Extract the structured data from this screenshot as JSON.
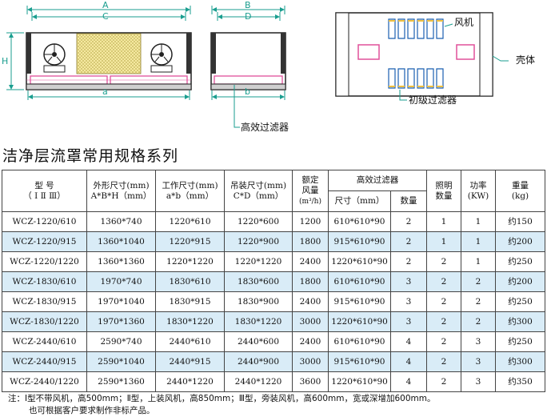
{
  "diagram": {
    "labels": {
      "A": "A",
      "C": "C",
      "H": "H",
      "a": "a",
      "B": "B",
      "D": "D",
      "b": "b",
      "hepa": "高效过滤器",
      "fan": "风机",
      "shell": "壳体",
      "prefilter": "初级过滤器"
    }
  },
  "title": "洁净层流罩常用规格系列",
  "table": {
    "headers": {
      "model_1": "型    号",
      "model_2": "（ Ⅰ Ⅱ Ⅲ）",
      "outer_1": "外形尺寸(mm)",
      "outer_2": "A*B*H（mm）",
      "work_1": "工作尺寸(mm)",
      "work_2": "a*b（mm）",
      "mount_1": "吊装尺寸(mm)",
      "mount_2": "C*D（mm）",
      "airflow_1": "额定",
      "airflow_2": "风量",
      "airflow_3": "(m³/h)",
      "hepa_group": "高效过滤器",
      "hepa_size": "尺寸（mm）",
      "hepa_qty": "数量",
      "light_1": "照明",
      "light_2": "数量",
      "power_1": "功率",
      "power_2": "(KW)",
      "weight_1": "重量",
      "weight_2": "(kg)"
    },
    "rows": [
      {
        "model": "WCZ-1220/610",
        "outer": "1360*740",
        "work": "1220*610",
        "mount": "1220*600",
        "airflow": "1200",
        "hepa_size": "610*610*90",
        "hepa_qty": "2",
        "light": "1",
        "power": "1",
        "weight": "约150"
      },
      {
        "model": "WCZ-1220/915",
        "outer": "1360*1040",
        "work": "1220*915",
        "mount": "1220*900",
        "airflow": "1800",
        "hepa_size": "915*610*90",
        "hepa_qty": "2",
        "light": "1",
        "power": "1",
        "weight": "约200"
      },
      {
        "model": "WCZ-1220/1220",
        "outer": "1360*1360",
        "work": "1220*1220",
        "mount": "1220*1220",
        "airflow": "2400",
        "hepa_size": "1220*610*90",
        "hepa_qty": "2",
        "light": "2",
        "power": "1",
        "weight": "约250"
      },
      {
        "model": "WCZ-1830/610",
        "outer": "1970*740",
        "work": "1830*610",
        "mount": "1830*600",
        "airflow": "1800",
        "hepa_size": "610*610*90",
        "hepa_qty": "3",
        "light": "2",
        "power": "2",
        "weight": "约200"
      },
      {
        "model": "WCZ-1830/915",
        "outer": "1970*1040",
        "work": "1830*915",
        "mount": "1830*900",
        "airflow": "2400",
        "hepa_size": "915*610*90",
        "hepa_qty": "3",
        "light": "2",
        "power": "2",
        "weight": "约250"
      },
      {
        "model": "WCZ-1830/1220",
        "outer": "1970*1360",
        "work": "1830*1220",
        "mount": "1830*1220",
        "airflow": "3000",
        "hepa_size": "1220*610*90",
        "hepa_qty": "3",
        "light": "2",
        "power": "2",
        "weight": "约300"
      },
      {
        "model": "WCZ-2440/610",
        "outer": "2590*740",
        "work": "2440*610",
        "mount": "2440*600",
        "airflow": "2400",
        "hepa_size": "610*610*90",
        "hepa_qty": "4",
        "light": "2",
        "power": "3",
        "weight": "约250"
      },
      {
        "model": "WCZ-2440/915",
        "outer": "2590*1040",
        "work": "2440*915",
        "mount": "2440*900",
        "airflow": "3000",
        "hepa_size": "915*610*90",
        "hepa_qty": "4",
        "light": "2",
        "power": "3",
        "weight": "约300"
      },
      {
        "model": "WCZ-2440/1220",
        "outer": "2590*1360",
        "work": "2440*1220",
        "mount": "2440*1220",
        "airflow": "3600",
        "hepa_size": "1220*610*90",
        "hepa_qty": "4",
        "light": "2",
        "power": "3",
        "weight": "约350"
      }
    ]
  },
  "note": {
    "line1": "注：Ⅰ型不带风机，高500mm；Ⅱ型，上装风机，高850mm；Ⅲ型，旁装风机，高600mm，宽或深增加600mm。",
    "line2": "也可根据客户要求制作非标产品。"
  },
  "colors": {
    "accent": "#1a9e8f",
    "row_alt": "#d9ecf7",
    "filter": "#e0509a",
    "coil": "#1a5fb0",
    "filter_fill": "#f5e9a0"
  }
}
